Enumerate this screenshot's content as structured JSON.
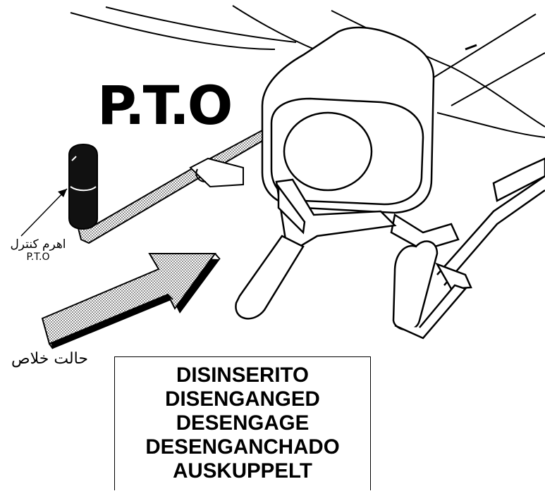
{
  "diagram": {
    "title": "P.T.O",
    "lever_label": {
      "arabic": "اهرم کنترل",
      "latin": "P.T.O"
    },
    "state_label": "حالت خلاص",
    "status_lines": [
      "DISINSERITO",
      "DISENGANGED",
      "DESENGAGE",
      "DESENGANCHADO",
      "AUSKUPPELT"
    ]
  }
}
